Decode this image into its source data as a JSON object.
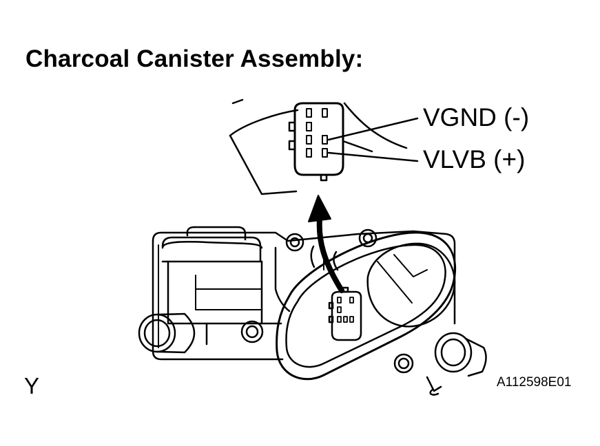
{
  "title": "Charcoal Canister Assembly:",
  "pin_labels": {
    "vgnd": "VGND (-)",
    "vlvb": "VLVB (+)"
  },
  "corner_mark": "Y",
  "figure_id": "A112598E01",
  "colors": {
    "ink": "#000000",
    "paper": "#ffffff"
  }
}
